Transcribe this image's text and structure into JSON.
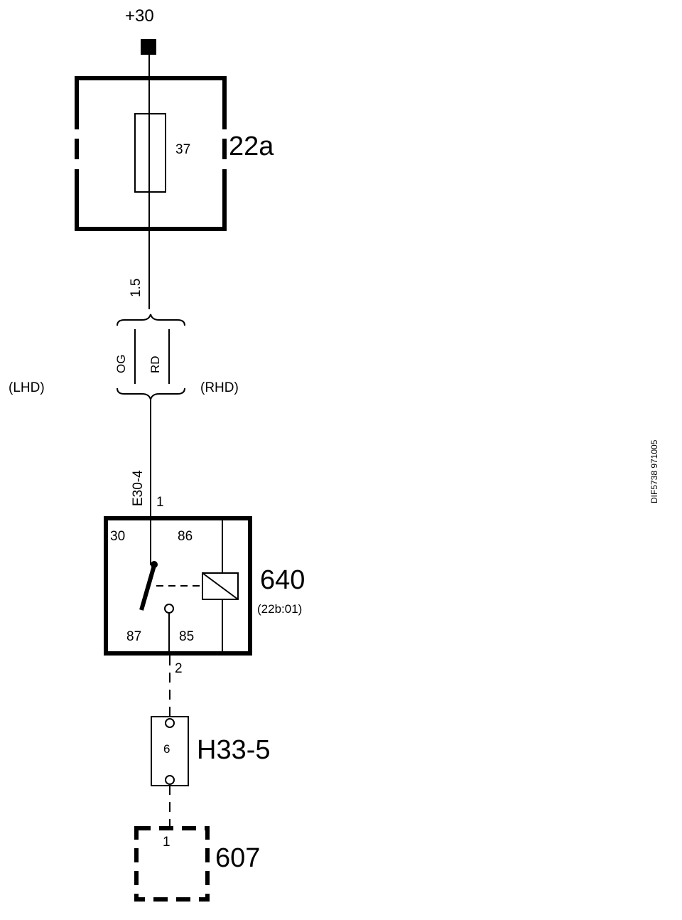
{
  "supply": {
    "label": "+30"
  },
  "fuse_box": {
    "id": "22a",
    "fuse_number": "37"
  },
  "wire_top": {
    "size": "1.5"
  },
  "wire_colors": {
    "lhd_color": "OG",
    "rhd_color": "RD",
    "lhd_label": "(LHD)",
    "rhd_label": "(RHD)"
  },
  "connector_e30": {
    "name": "E30-4",
    "pin": "1"
  },
  "relay": {
    "id": "640",
    "subtitle": "(22b:01)",
    "terminal_30": "30",
    "terminal_86": "86",
    "terminal_87": "87",
    "terminal_85": "85"
  },
  "wire_out": {
    "pin": "2"
  },
  "connector_h33": {
    "name": "H33-5",
    "pin": "6"
  },
  "component_607": {
    "id": "607",
    "pin": "1"
  },
  "side_code": "DIF5738 971005"
}
